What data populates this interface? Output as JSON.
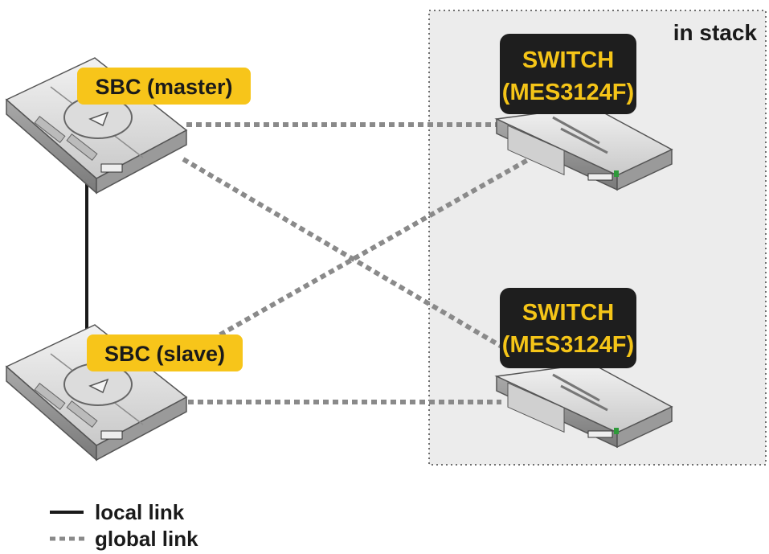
{
  "stack_label": "in stack",
  "devices": {
    "sbc_master": {
      "label": "SBC (master)"
    },
    "sbc_slave": {
      "label": "SBC (slave)"
    },
    "switch_top": {
      "label_line1": "SWITCH",
      "label_line2": "(MES3124F)"
    },
    "switch_bottom": {
      "label_line1": "SWITCH",
      "label_line2": "(MES3124F)"
    }
  },
  "legend": {
    "local": "local link",
    "global": "global link"
  },
  "colors": {
    "label_yellow": "#f7c51a",
    "switch_label_bg": "#1e1e1e",
    "switch_label_text": "#f5c518",
    "stack_bg": "#ececec",
    "link_dotted": "#8a8a8a",
    "link_solid": "#1a1a1a"
  }
}
